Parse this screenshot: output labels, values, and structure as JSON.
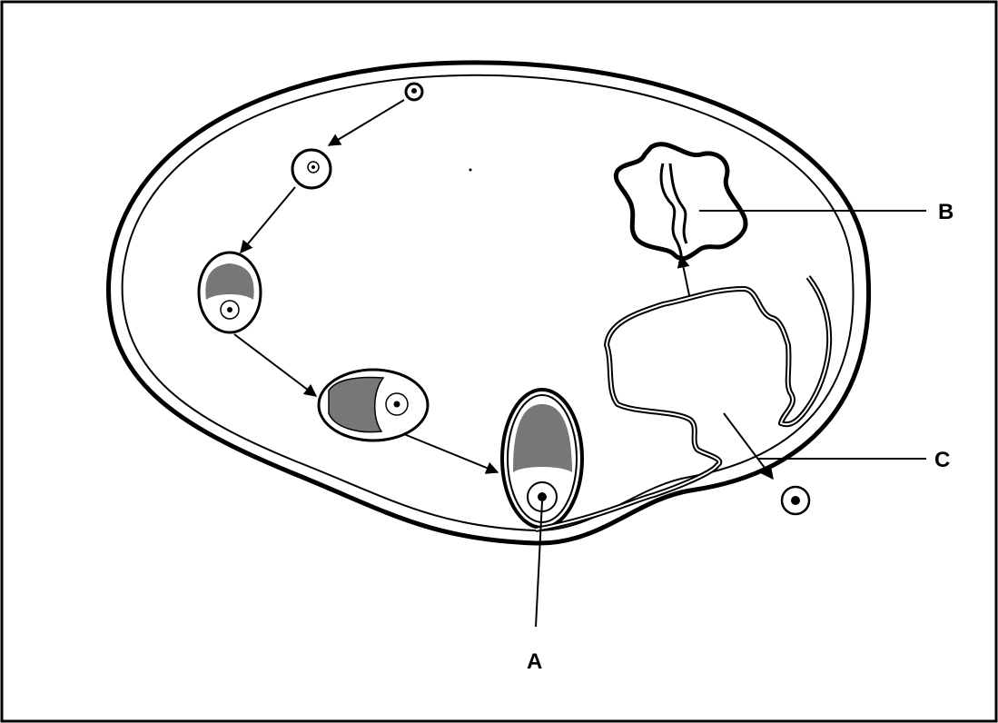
{
  "labels": {
    "a": "A",
    "b": "B",
    "c": "C"
  },
  "colors": {
    "outline": "#000000",
    "fluid": "#777777",
    "background": "#ffffff"
  }
}
